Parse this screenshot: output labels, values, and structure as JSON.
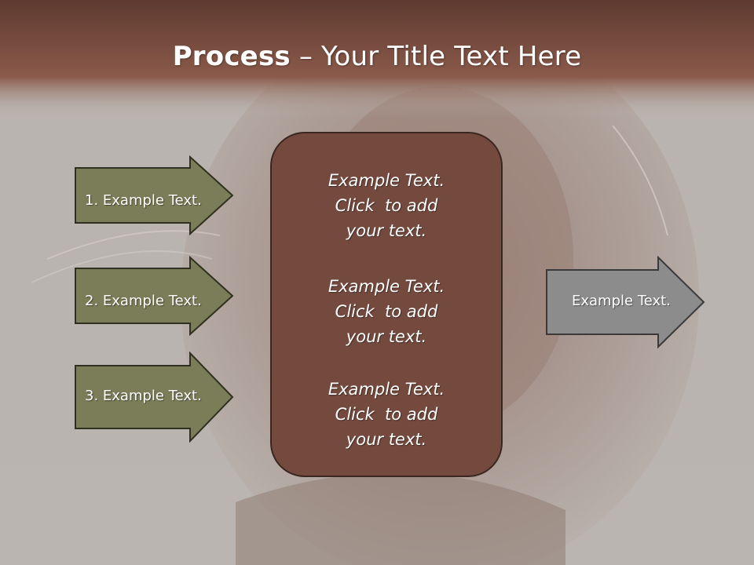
{
  "slide": {
    "title_bold": "Process",
    "title_rest": " – Your Title Text Here"
  },
  "steps": [
    {
      "label": "1. Example Text."
    },
    {
      "label": "2. Example Text."
    },
    {
      "label": "3. Example Text."
    }
  ],
  "center_blocks": [
    {
      "lines": [
        "Example Text.",
        "Click  to add",
        "your text."
      ]
    },
    {
      "lines": [
        "Example Text.",
        "Click  to add",
        "your text."
      ]
    },
    {
      "lines": [
        "Example Text.",
        "Click  to add",
        "your text."
      ]
    }
  ],
  "output": {
    "label": "Example Text."
  },
  "colors": {
    "header": "#7a5244",
    "step_fill": "#7b7d58",
    "center_fill": "#744a3e",
    "output_fill": "#8c8c8c"
  }
}
